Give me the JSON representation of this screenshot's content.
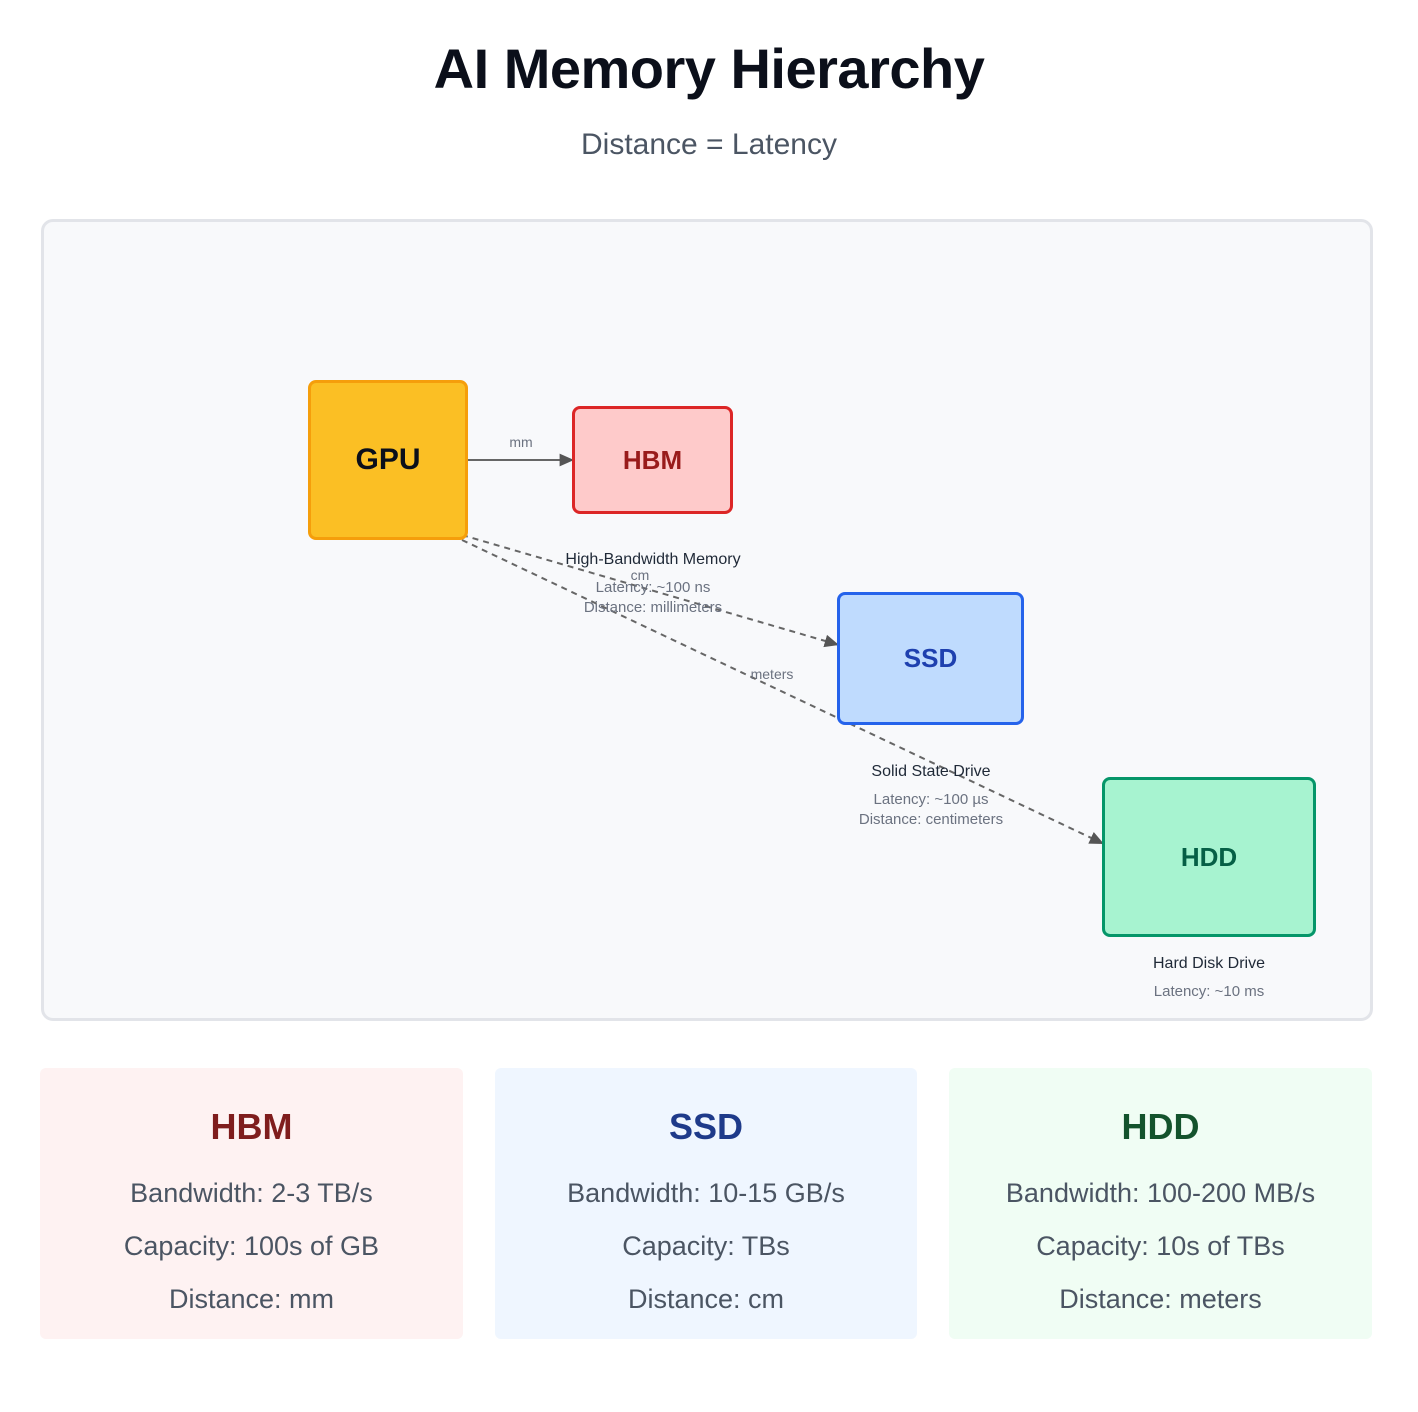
{
  "header": {
    "title": "AI Memory Hierarchy",
    "subtitle": "Distance = Latency"
  },
  "diagram": {
    "nodes": {
      "gpu": {
        "label": "GPU",
        "fill": "#fbbf24",
        "stroke": "#f59e0b"
      },
      "hbm": {
        "label": "HBM",
        "fill": "#fecaca",
        "stroke": "#dc2626",
        "name": "High-Bandwidth Memory",
        "latency": "Latency: ~100 ns",
        "distance": "Distance: millimeters"
      },
      "ssd": {
        "label": "SSD",
        "fill": "#bfdbfe",
        "stroke": "#2563eb",
        "name": "Solid State Drive",
        "latency": "Latency: ~100 µs",
        "distance": "Distance: centimeters"
      },
      "hdd": {
        "label": "HDD",
        "fill": "#a7f3d0",
        "stroke": "#059669",
        "name": "Hard Disk Drive",
        "latency": "Latency: ~10 ms"
      }
    },
    "edges": {
      "gpu_hbm": "mm",
      "gpu_ssd": "cm",
      "gpu_hdd": "meters"
    }
  },
  "cards": {
    "hbm": {
      "title": "HBM",
      "bandwidth": "Bandwidth: 2-3 TB/s",
      "capacity": "Capacity: 100s of GB",
      "distance": "Distance: mm"
    },
    "ssd": {
      "title": "SSD",
      "bandwidth": "Bandwidth: 10-15 GB/s",
      "capacity": "Capacity: TBs",
      "distance": "Distance: cm"
    },
    "hdd": {
      "title": "HDD",
      "bandwidth": "Bandwidth: 100-200 MB/s",
      "capacity": "Capacity: 10s of TBs",
      "distance": "Distance: meters"
    }
  }
}
